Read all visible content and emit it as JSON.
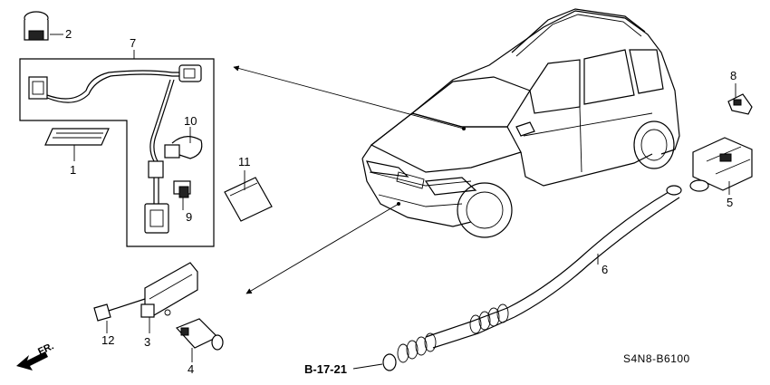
{
  "diagram": {
    "diagram_code": "S4N8-B6100",
    "reference": "B-17-21",
    "direction_label": "FR.",
    "callouts": {
      "c1": "1",
      "c2": "2",
      "c3": "3",
      "c4": "4",
      "c5": "5",
      "c6": "6",
      "c7": "7",
      "c8": "8",
      "c9": "9",
      "c10": "10",
      "c11": "11",
      "c12": "12"
    }
  }
}
